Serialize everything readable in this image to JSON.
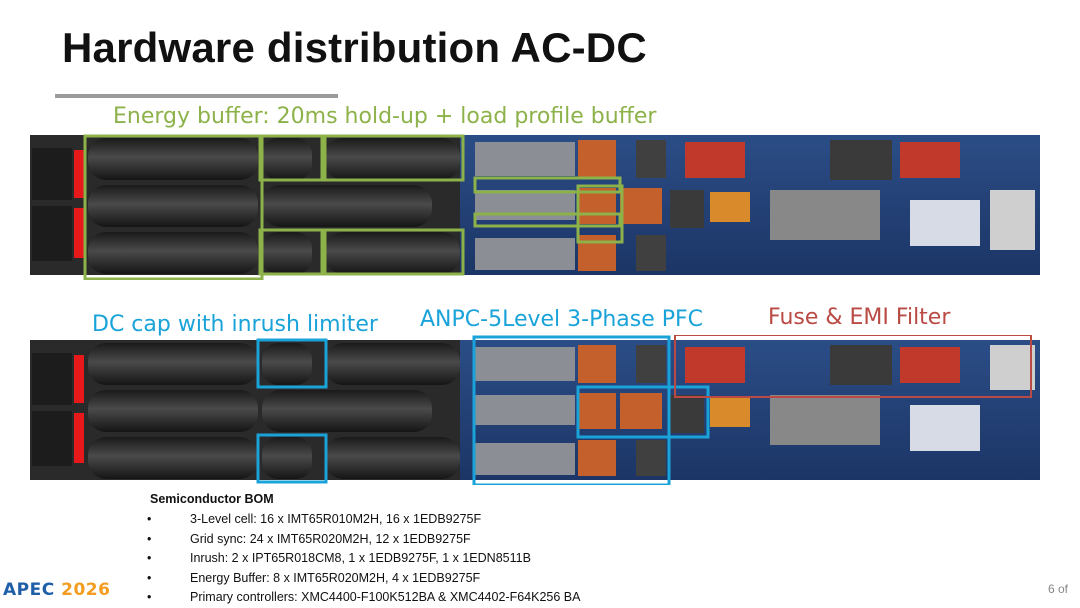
{
  "slide": {
    "title": "Hardware distribution AC-DC",
    "page_number": "6 of"
  },
  "callouts": {
    "energy_buffer": "Energy buffer: 20ms hold-up + load profile buffer",
    "dc_cap": "DC cap with inrush limiter",
    "anpc": "ANPC-5Level 3-Phase PFC",
    "fuse_emi": "Fuse & EMI Filter"
  },
  "bom": {
    "title": "Semiconductor BOM",
    "items": [
      "3-Level cell: 16 x IMT65R010M2H, 16 x 1EDB9275F",
      "Grid sync: 24 x IMT65R020M2H, 12 x 1EDB9275F",
      "Inrush: 2 x IPT65R018CM8, 1 x 1EDB9275F, 1 x 1EDN8511B",
      "Energy Buffer: 8 x IMT65R020M2H, 4 x 1EDB9275F",
      "Primary controllers: XMC4400-F100K512BA & XMC4402-F64K256 BA"
    ]
  },
  "logo": {
    "main": "APEC ",
    "year": "2026"
  },
  "colors": {
    "energy_buffer": "#8db24a",
    "dc_cap_and_pfc": "#1aa3d9",
    "fuse_emi": "#b94a44"
  }
}
